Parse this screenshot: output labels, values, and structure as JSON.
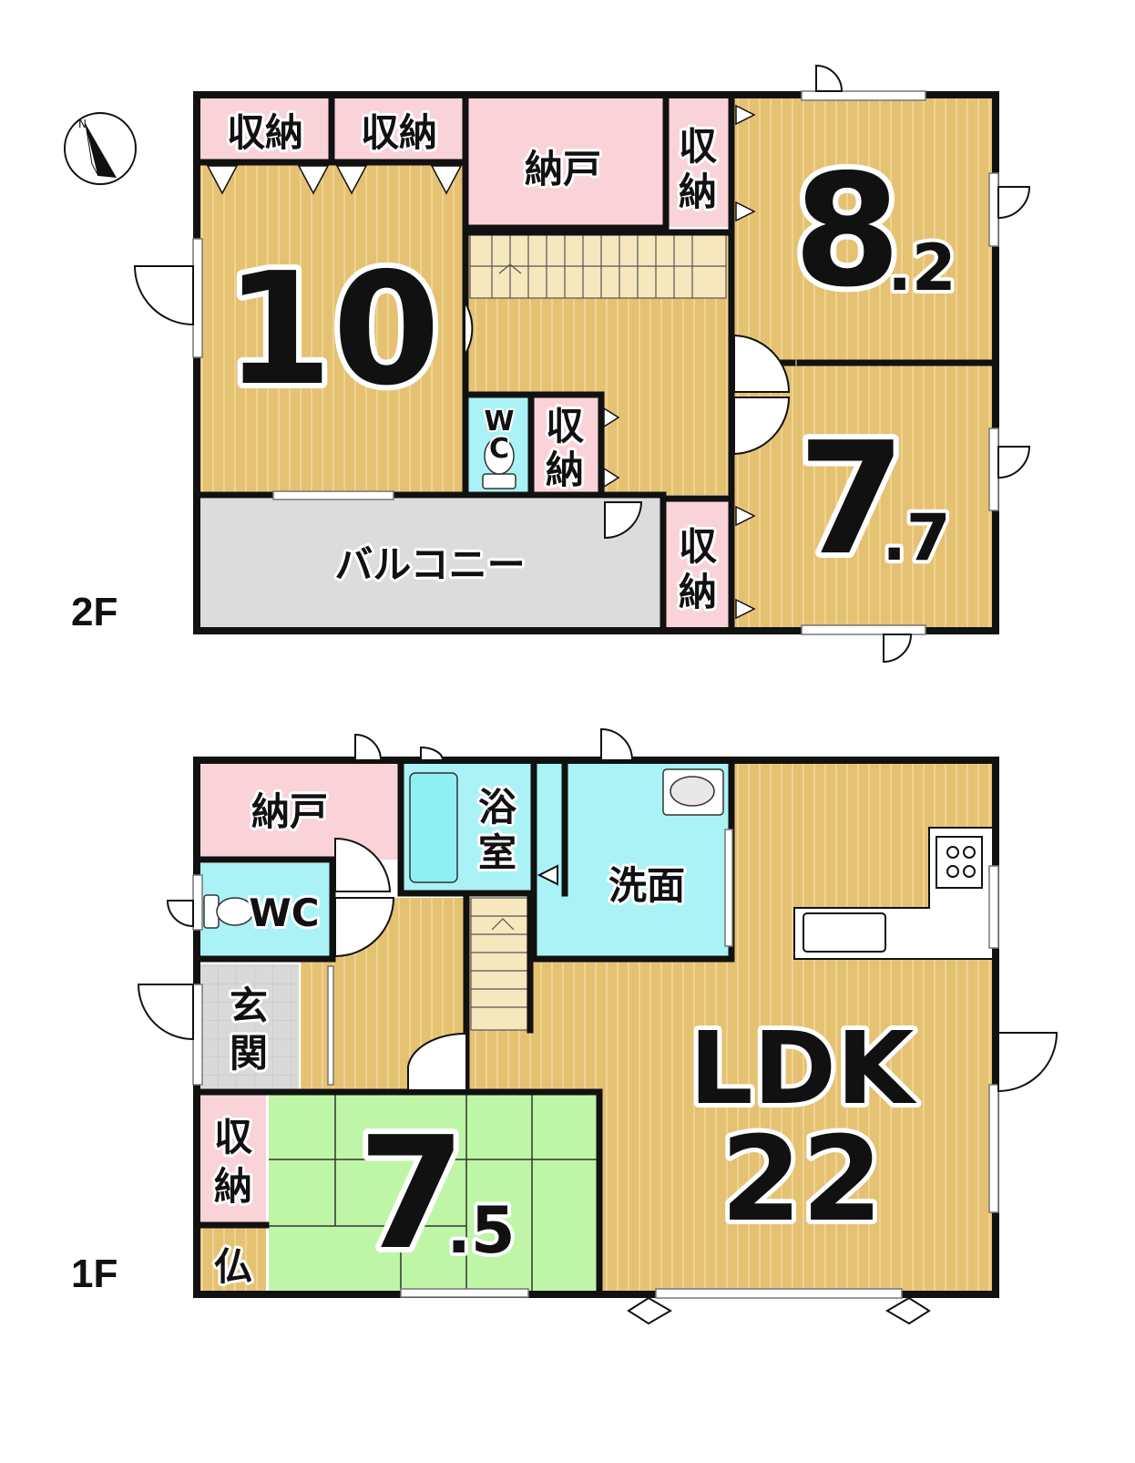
{
  "colors": {
    "wood": "#e5c172",
    "wood_line": "#f3dea7",
    "storage": "#f9d3d7",
    "wet": "#aaf2f6",
    "tatami": "#bff5a7",
    "balcony": "#dcdcdc",
    "entrance": "#d9d9d9",
    "wall": "#111111"
  },
  "floors": {
    "second": {
      "label": "2F",
      "rooms": {
        "storage_a": "収納",
        "storage_b": "収納",
        "nando": "納戸",
        "storage_c_1": "収",
        "storage_c_2": "納",
        "room_10": "10",
        "room_8_int": "8",
        "room_8_dec": ".2",
        "room_7_int": "7",
        "room_7_dec": ".7",
        "wc_1": "W",
        "wc_2": "C",
        "storage_d_1": "収",
        "storage_d_2": "納",
        "storage_e_1": "収",
        "storage_e_2": "納",
        "balcony": "バルコニー"
      }
    },
    "first": {
      "label": "1F",
      "rooms": {
        "nando": "納戸",
        "bath_1": "浴",
        "bath_2": "室",
        "washroom": "洗面",
        "wc": "WC",
        "entrance_1": "玄",
        "entrance_2": "関",
        "storage_1": "収",
        "storage_2": "納",
        "butsudan": "仏",
        "washitsu_int": "7",
        "washitsu_dec": ".5",
        "ldk_1": "LDK",
        "ldk_2": "22"
      }
    }
  },
  "compass": {
    "letter": "N",
    "icon": "compass-north-icon"
  }
}
